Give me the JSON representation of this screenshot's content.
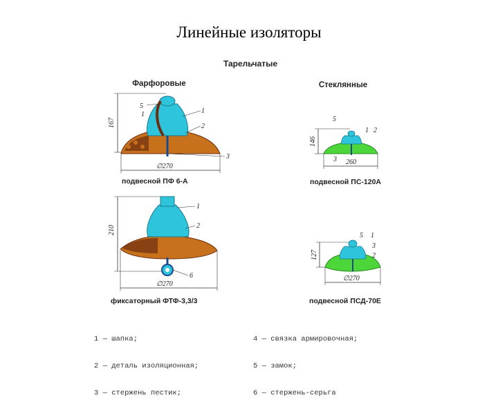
{
  "slide": {
    "title": "Линейные изоляторы"
  },
  "diagram": {
    "heading": "Тарельчатые",
    "column_porcelain": "Фарфоровые",
    "column_glass": "Стеклянные",
    "captions": {
      "pf6a": "подвесной ПФ 6-А",
      "ps120a": "подвесной ПС-120А",
      "ftf": "фиксаторный ФТФ-3,3/3",
      "psd70e": "подвесной ПСД-70Е"
    },
    "dims": {
      "pf6a_height": "167",
      "pf6a_diam": "∅270",
      "ps120a_height": "146",
      "ps120a_diam": "260",
      "ftf_height": "210",
      "ftf_diam": "∅270",
      "psd70e_height": "127",
      "psd70e_diam": "∅270"
    },
    "callouts": [
      "1",
      "2",
      "3",
      "5",
      "6"
    ],
    "colors": {
      "cap": "#2ec4dc",
      "porcelain": "#c8711c",
      "porcelain_dark": "#6b2e10",
      "glass": "#4cd63a",
      "pin": "#1a4b8c"
    }
  },
  "legend": {
    "left": [
      "1 — шапка;",
      "2 — деталь изоляционная;",
      "3 — стержень пестик;"
    ],
    "right": [
      "4 — связка армировочная;",
      "5 — замок;",
      "6 — стержень-серьга"
    ]
  }
}
